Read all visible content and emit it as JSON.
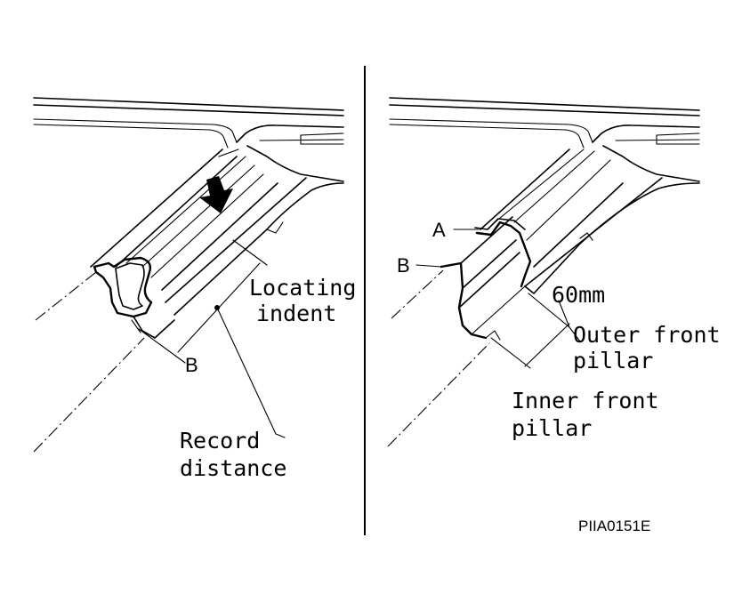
{
  "left_panel": {
    "label_locating_line1": "Locating",
    "label_locating_line2": "indent",
    "label_record_line1": "Record",
    "label_record_line2": "distance",
    "label_b": "B"
  },
  "right_panel": {
    "label_a": "A",
    "label_b": "B",
    "label_60mm": "60mm",
    "label_outer_line1": "Outer front",
    "label_outer_line2": "pillar",
    "label_inner_line1": "Inner front",
    "label_inner_line2": "pillar"
  },
  "figure_code": "PIIA0151E"
}
